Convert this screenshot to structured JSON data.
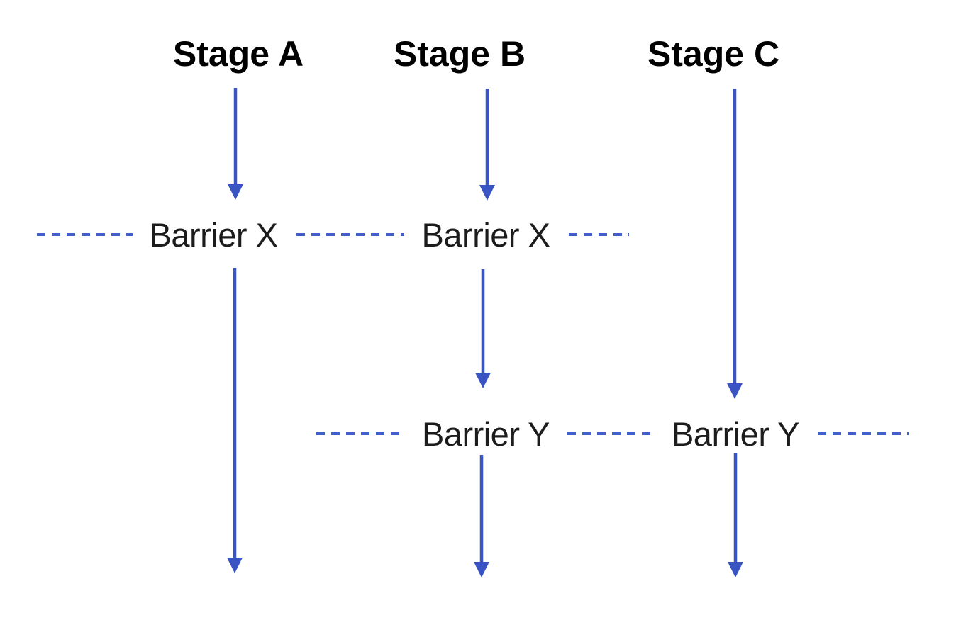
{
  "diagram": {
    "stage_labels": [
      {
        "label": "Stage A"
      },
      {
        "label": "Stage B"
      },
      {
        "label": "Stage C"
      }
    ],
    "barrier_labels": {
      "barrier_x_stage_a": "Barrier X",
      "barrier_x_stage_b": "Barrier X",
      "barrier_y_stage_b": "Barrier Y",
      "barrier_y_stage_c": "Barrier Y"
    },
    "colors": {
      "arrow": "#3a55c3",
      "dash": "#4160cc",
      "heading_text": "#000000",
      "barrier_text": "#1c1c1c",
      "background": "#ffffff"
    }
  }
}
